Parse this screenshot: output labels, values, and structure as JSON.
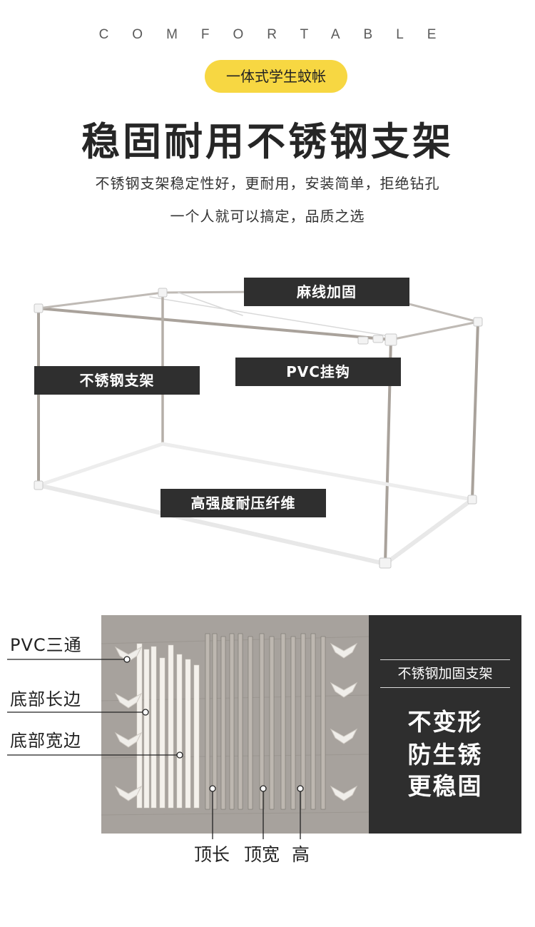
{
  "header": {
    "brand_word": "COMFORTABLE",
    "pill_label": "一体式学生蚊帐",
    "headline": "稳固耐用不锈钢支架",
    "desc_line1": "不锈钢支架稳定性好，更耐用，安装简单，拒绝钻孔",
    "desc_line2": "一个人就可以搞定，品质之选"
  },
  "frame_callouts": {
    "hemp_rope": "麻线加固",
    "steel_frame": "不锈钢支架",
    "pvc_hook": "PVC挂钩",
    "fiber": "高强度耐压纤维"
  },
  "parts": {
    "pvc_tee": "PVC三通",
    "bottom_long": "底部长边",
    "bottom_wide": "底部宽边",
    "top_long": "顶长",
    "top_wide": "顶宽",
    "height": "高"
  },
  "panel": {
    "title": "不锈钢加固支架",
    "line1": "不变形",
    "line2": "防生锈",
    "line3": "更稳固"
  },
  "colors": {
    "pill": "#f7d742",
    "callout_bg": "#2f2f2f",
    "panel_bg": "#2e2e2e",
    "photo_bg": "#a7a29d"
  }
}
